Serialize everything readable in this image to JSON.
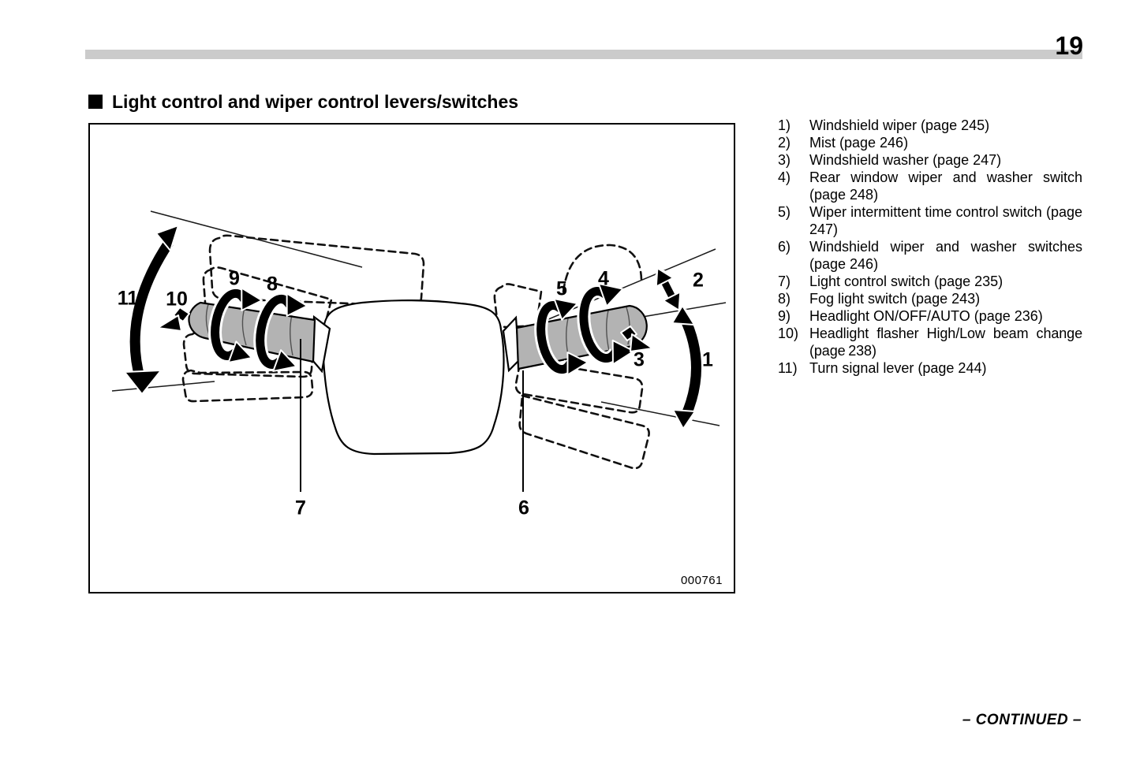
{
  "page": {
    "number": "19",
    "footer": "– CONTINUED –"
  },
  "heading": {
    "title": "Light control and wiper control levers/switches"
  },
  "figure": {
    "code": "000761",
    "callouts": [
      {
        "n": "1"
      },
      {
        "n": "2"
      },
      {
        "n": "3"
      },
      {
        "n": "4"
      },
      {
        "n": "5"
      },
      {
        "n": "6"
      },
      {
        "n": "7"
      },
      {
        "n": "8"
      },
      {
        "n": "9"
      },
      {
        "n": "10"
      },
      {
        "n": "11"
      }
    ]
  },
  "list": {
    "items": [
      {
        "num": "1)",
        "text": "Windshield wiper (page 245)"
      },
      {
        "num": "2)",
        "text": "Mist (page 246)"
      },
      {
        "num": "3)",
        "text": "Windshield washer (page 247)"
      },
      {
        "num": "4)",
        "text": "Rear window wiper and washer switch (page 248)"
      },
      {
        "num": "5)",
        "text": "Wiper intermittent time control switch (page 247)"
      },
      {
        "num": "6)",
        "text": "Windshield wiper and washer switches (page 246)"
      },
      {
        "num": "7)",
        "text": "Light control switch (page 235)"
      },
      {
        "num": "8)",
        "text": "Fog light switch (page 243)"
      },
      {
        "num": "9)",
        "text": "Headlight ON/OFF/AUTO (page 236)"
      },
      {
        "num": "10)",
        "text": "Headlight flasher High/Low beam change (page 238)"
      },
      {
        "num": "11)",
        "text": "Turn signal lever (page 244)"
      }
    ]
  },
  "colors": {
    "header_bar": "#cbcbcb",
    "lever_fill": "#b3b3b3"
  }
}
